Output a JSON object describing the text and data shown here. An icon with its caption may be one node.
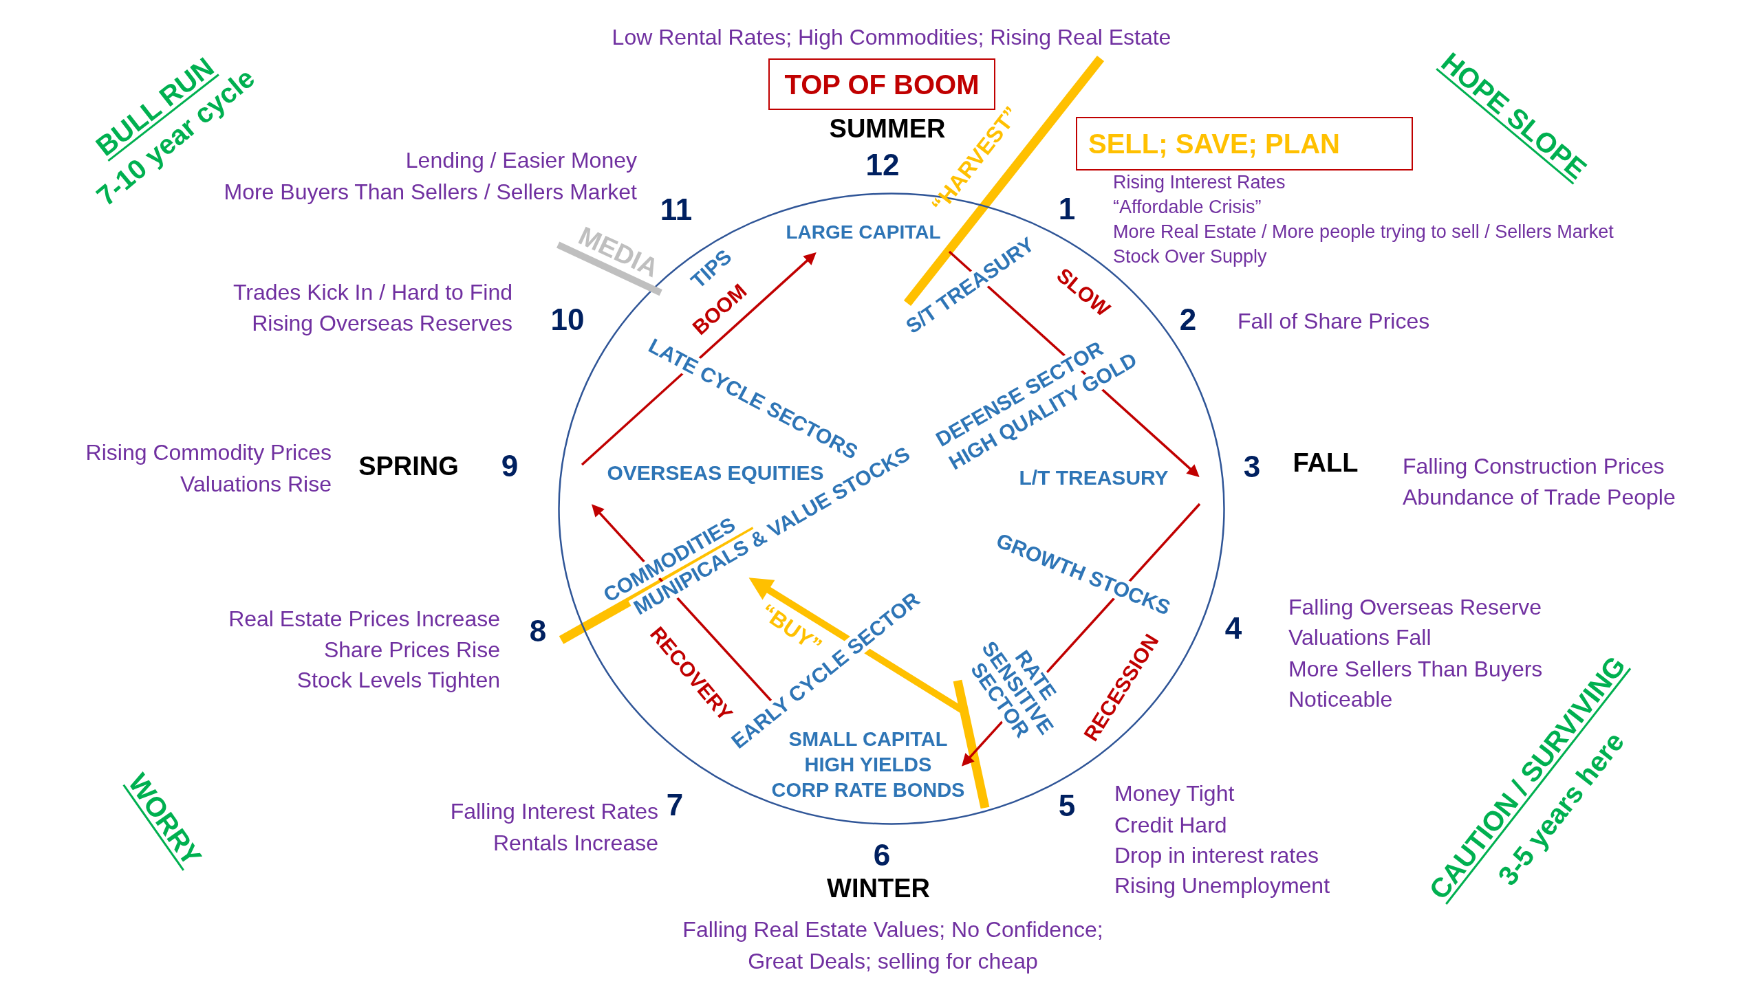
{
  "diagram": {
    "nodes": [
      {
        "text": [
          "TOP OF BOOM"
        ]
      },
      {
        "text": [
          "SELL; SAVE; PLAN"
        ]
      },
      {
        "text": [
          "LARGE CAPITAL",
          "TIPS",
          "S/T TREASURY",
          "SLOW",
          "BOOM",
          "LATE CYCLE SECTORS",
          "DEFENSE SECTOR",
          "HIGH QUALITY GOLD",
          "OVERSEAS EQUITIES",
          "L/T TREASURY",
          "COMMODITIES",
          "MUNIPICALS & VALUE STOCKS",
          "GROWTH STOCKS",
          "“BUY”",
          "RECESSION",
          "EARLY CYCLE SECTOR",
          "RECOVERY",
          "RATE SENSITIVE SECTOR",
          "SMALL CAPITAL",
          "HIGH YIELDS",
          "CORP RATE BONDS"
        ]
      }
    ],
    "labels": [
      "Low Rental Rates; High Commodities; Rising Real Estate",
      "BULL RUN",
      "7-10 year cycle",
      "HOPE SLOPE",
      "SUMMER",
      "12",
      "“HARVEST”",
      "Lending / Easier Money",
      "More Buyers Than Sellers / Sellers Market",
      "Rising Interest Rates",
      "“Affordable Crisis”",
      "More Real Estate / More people trying to sell / Sellers Market",
      "Stock Over Supply",
      "11",
      "1",
      "MEDIA",
      "Trades Kick In / Hard to Find",
      "Rising Overseas Reserves",
      "10",
      "2",
      "Fall of Share Prices",
      "Rising Commodity Prices",
      "Valuations Rise",
      "SPRING",
      "9",
      "3",
      "FALL",
      "Falling Construction Prices",
      "Abundance of Trade People",
      "Real Estate Prices Increase",
      "Share Prices Rise",
      "Stock Levels Tighten",
      "8",
      "4",
      "Falling Overseas Reserve",
      "Valuations Fall",
      "More Sellers Than Buyers",
      "Noticeable",
      "WORRY",
      "Falling Interest Rates",
      "Rentals Increase",
      "7",
      "5",
      "Money Tight",
      "Credit Hard",
      "Drop in interest rates",
      "Rising Unemployment",
      "CAUTION / SURVIVING",
      "3-5 years here",
      "6",
      "WINTER",
      "Falling Real Estate Values; No Confidence;",
      "Great Deals; selling for cheap"
    ]
  }
}
